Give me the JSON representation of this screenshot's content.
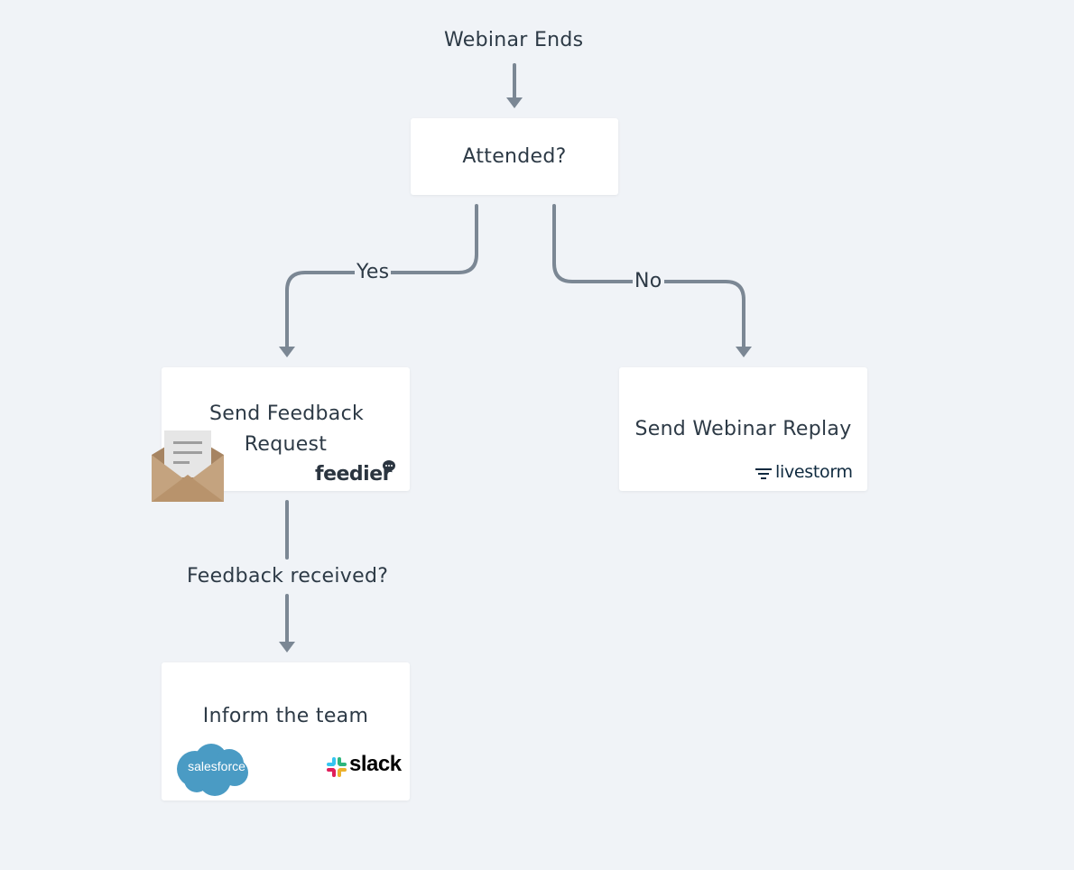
{
  "start": {
    "label": "Webinar Ends"
  },
  "decision": {
    "label": "Attended?"
  },
  "branches": {
    "yes": "Yes",
    "no": "No"
  },
  "feedback_node": {
    "label_line1": "Send Feedback",
    "label_line2": "Request",
    "logo": "feedier"
  },
  "replay_node": {
    "label": "Send Webinar Replay",
    "logo": "livestorm"
  },
  "received_label": "Feedback received?",
  "inform_node": {
    "label": "Inform the team",
    "logo_left": "salesforce",
    "logo_right": "slack"
  },
  "colors": {
    "background": "#f0f3f7",
    "connector": "#7b8794",
    "text": "#2d3a46",
    "salesforce": "#4a9bc4"
  }
}
